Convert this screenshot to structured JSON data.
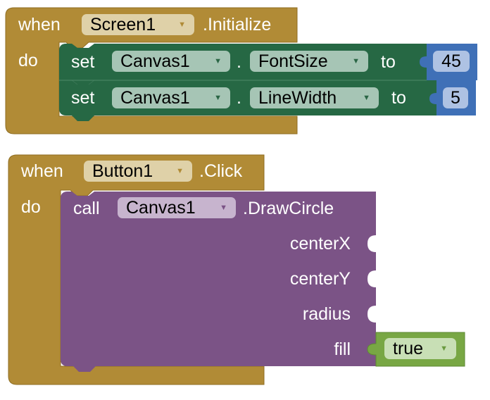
{
  "colors": {
    "event": "#b18b36",
    "setter": "#266844",
    "math": "#3f70b7",
    "method": "#7b5386",
    "logic": "#78a744"
  },
  "block1": {
    "when": "when",
    "component": "Screen1",
    "event": ".Initialize",
    "do": "do",
    "statements": [
      {
        "keyword": "set",
        "component": "Canvas1",
        "dot": ".",
        "property": "FontSize",
        "to": "to",
        "value": "45"
      },
      {
        "keyword": "set",
        "component": "Canvas1",
        "dot": ".",
        "property": "LineWidth",
        "to": "to",
        "value": "5"
      }
    ]
  },
  "block2": {
    "when": "when",
    "component": "Button1",
    "event": ".Click",
    "do": "do",
    "call": {
      "keyword": "call",
      "component": "Canvas1",
      "method": ".DrawCircle",
      "params": [
        "centerX",
        "centerY",
        "radius",
        "fill"
      ],
      "fill_value": "true"
    }
  },
  "icons": {
    "dropdown": "triangle-down"
  }
}
